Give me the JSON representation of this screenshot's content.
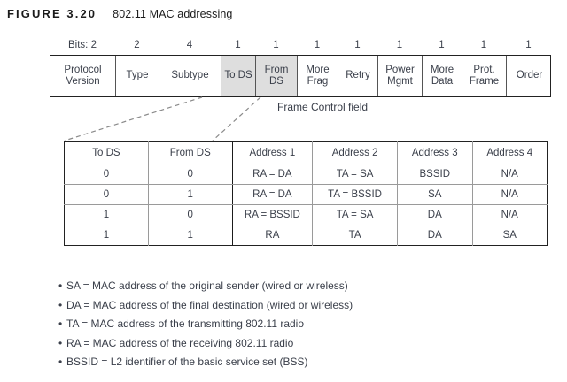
{
  "figure": {
    "label": "FIGURE 3.20",
    "title": "802.11 MAC addressing"
  },
  "frame_control": {
    "bits_prefix": "Bits: 2",
    "bit_widths": [
      "2",
      "2",
      "4",
      "1",
      "1",
      "1",
      "1",
      "1",
      "1",
      "1",
      "1"
    ],
    "annotation": "Frame Control field",
    "fields": [
      {
        "label": "Protocol Version",
        "bits": "2",
        "shaded": false
      },
      {
        "label": "Type",
        "bits": "2",
        "shaded": false
      },
      {
        "label": "Subtype",
        "bits": "4",
        "shaded": false
      },
      {
        "label": "To DS",
        "bits": "1",
        "shaded": true
      },
      {
        "label": "From DS",
        "bits": "1",
        "shaded": true
      },
      {
        "label": "More Frag",
        "bits": "1",
        "shaded": false
      },
      {
        "label": "Retry",
        "bits": "1",
        "shaded": false
      },
      {
        "label": "Power Mgmt",
        "bits": "1",
        "shaded": false
      },
      {
        "label": "More Data",
        "bits": "1",
        "shaded": false
      },
      {
        "label": "Prot. Frame",
        "bits": "1",
        "shaded": false
      },
      {
        "label": "Order",
        "bits": "1",
        "shaded": false
      }
    ]
  },
  "address_table": {
    "headers": [
      "To DS",
      "From DS",
      "Address 1",
      "Address 2",
      "Address 3",
      "Address 4"
    ],
    "rows": [
      [
        "0",
        "0",
        "RA = DA",
        "TA = SA",
        "BSSID",
        "N/A"
      ],
      [
        "0",
        "1",
        "RA = DA",
        "TA = BSSID",
        "SA",
        "N/A"
      ],
      [
        "1",
        "0",
        "RA = BSSID",
        "TA = SA",
        "DA",
        "N/A"
      ],
      [
        "1",
        "1",
        "RA",
        "TA",
        "DA",
        "SA"
      ]
    ]
  },
  "legend": {
    "bullet_glyph": "•",
    "items": [
      "SA = MAC address of the original sender (wired or wireless)",
      "DA = MAC address of the final destination (wired or wireless)",
      "TA = MAC address of the transmitting 802.11 radio",
      "RA = MAC address of the receiving 802.11 radio",
      "BSSID = L2 identifier of the basic service set (BSS)"
    ]
  },
  "colors": {
    "shaded_cell": "#dedede",
    "text": "#3a3f4a",
    "border_heavy": "#1b1b1b",
    "border_light": "#9a9a9a",
    "connector": "#8a8a8a"
  }
}
